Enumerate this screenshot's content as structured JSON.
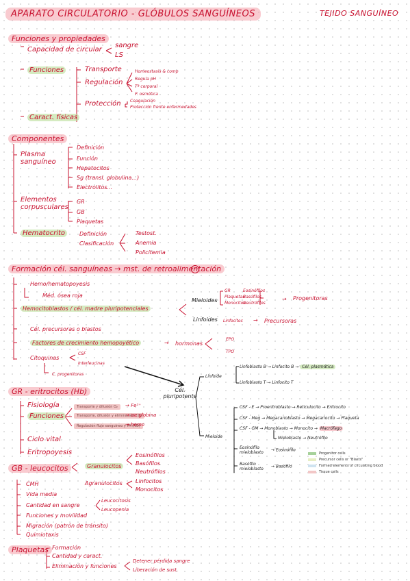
{
  "header": {
    "title": "APARATO CIRCULATORIO - GLÓBULOS SANGUÍNEOS",
    "subtitle": "TEJIDO SANGUÍNEO"
  },
  "s1": {
    "title": "Funciones y propiedades",
    "cap": "Capacidad de circular",
    "cap_opts": [
      "sangre",
      "LS"
    ],
    "func": "Funciones",
    "transp": "Transporte",
    "regul": "Regulación",
    "regul_opts": [
      "Homeostasis & comp",
      "Regula pH",
      "Tª corporal",
      "P. osmótica"
    ],
    "protec": "Protección",
    "protec_opts": [
      "Coagulación",
      "Protección frente enfermedades"
    ],
    "caract": "Caract. físicas"
  },
  "s2": {
    "title": "Componentes",
    "plasma": "Plasma sanguíneo",
    "plasma_opts": [
      "Definición",
      "Función",
      "Hepatocitos",
      "Sg (transl. globulina...)",
      "Electrolitos..."
    ],
    "elem": "Elementos corpusculares",
    "elem_opts": [
      "GR",
      "GB",
      "Plaquetas"
    ],
    "hema": "Hematocrito",
    "hema_def": "Definición",
    "hema_clas": "Clasificación",
    "hema_clas_opts": [
      "Testost.",
      "Anemia",
      "Policitemia"
    ]
  },
  "s3": {
    "title": "Formación cél. sanguíneas → mst. de retroalimentación",
    "hemo": "Hemo/hematopoyesis",
    "hemo_sub": "Méd. ósea roja",
    "hcito": "Hemocitoblastos / cél. madre pluripotenciales",
    "mieloides": "Mieloides",
    "mieloides_opts": [
      "GR",
      "Plaquetas",
      "Monocitos"
    ],
    "mieloides_opts2": [
      "Eosinófilos",
      "Basófilos",
      "Neutrófilos"
    ],
    "progenit": "Progenitoras",
    "linfoides": "Linfoides",
    "linfocitos": "Linfocitos",
    "precursoras": "Precursoras",
    "precur_bl": "Cél. precursoras o blastos",
    "factores": "Factores de crecimiento hemopoyético",
    "hormonas": "hormonas",
    "hormonas_opts": [
      "EPO",
      "TPO"
    ],
    "citoquinas": "Citoquinas",
    "citoq_opts": [
      "CSF",
      "Interleucinas"
    ],
    "c_progen": "C. progenitoras",
    "cel_pluri": "Cél. pluripotente",
    "linfoide": "Linfoide",
    "mieloide": "Mieloide",
    "lin_b": [
      "Linfoblasto B",
      "Linfocito B",
      "Cél. plasmática"
    ],
    "lin_t": [
      "Linfoblasto T",
      "Linfocito T"
    ],
    "csf_e": [
      "CSF - E",
      "Proeritroblasto",
      "Reticulocito",
      "Eritrocito"
    ],
    "csf_meg": [
      "CSF - Meg",
      "Megacarioblasto",
      "Megacariocito",
      "Plaqueta"
    ],
    "csf_gm": [
      "CSF - GM",
      "Monoblasto",
      "Monocito",
      "Macrófago"
    ],
    "mielob": [
      "Mieloblasto",
      "Neutrófilo"
    ],
    "eos": [
      "Eosinófilo mieloblasto",
      "Eosinófilo"
    ],
    "bas": [
      "Basófilo mieloblasto",
      "Basófilo"
    ],
    "legend": [
      {
        "label": "Progenitor cells",
        "color": "#a6d19a"
      },
      {
        "label": "Precursor cells or \"Blasts\"",
        "color": "#e7eec3"
      },
      {
        "label": "Formed elements of circulating blood",
        "color": "#cfe3f0"
      },
      {
        "label": "Tissue cells",
        "color": "#f2c7c7"
      }
    ]
  },
  "s4": {
    "title": "GR - eritrocitos (Hb)",
    "fisio": "Fisiología",
    "func": "Funciones",
    "func_opts": [
      "Transporte y difusión O₂",
      "Transporte, difusión y eliminación CO₂",
      "Regulación flujo sanguíneo y PA (NO)"
    ],
    "func_res": [
      "Fe²⁺",
      "globina",
      "hemo"
    ],
    "func_res_prefix": "αα",
    "ciclo": "Ciclo vital",
    "eritro": "Eritropoyesis"
  },
  "s5": {
    "title": "GB - leucocitos",
    "granulo": "Granulocitos",
    "granulo_opts": [
      "Eosinófilos",
      "Basófilos",
      "Neutrófilos"
    ],
    "agranulo": "Agranulocitos",
    "agranulo_opts": [
      "Linfocitos",
      "Monocitos"
    ],
    "items": [
      "CMH",
      "Vida media",
      "Cantidad en sangre",
      "Funciones y movilidad",
      "Migración (patrón de tránsito)",
      "Quimiotaxis"
    ],
    "cant_opts": [
      "Leucocitosis",
      "Leucopenia"
    ]
  },
  "s6": {
    "title": "Plaquetas",
    "items": [
      "Formación",
      "Cantidad y caract.",
      "Eliminación y funciones"
    ],
    "elim_opts": [
      "Detener pérdida sangre",
      "Liberación de sust."
    ]
  }
}
